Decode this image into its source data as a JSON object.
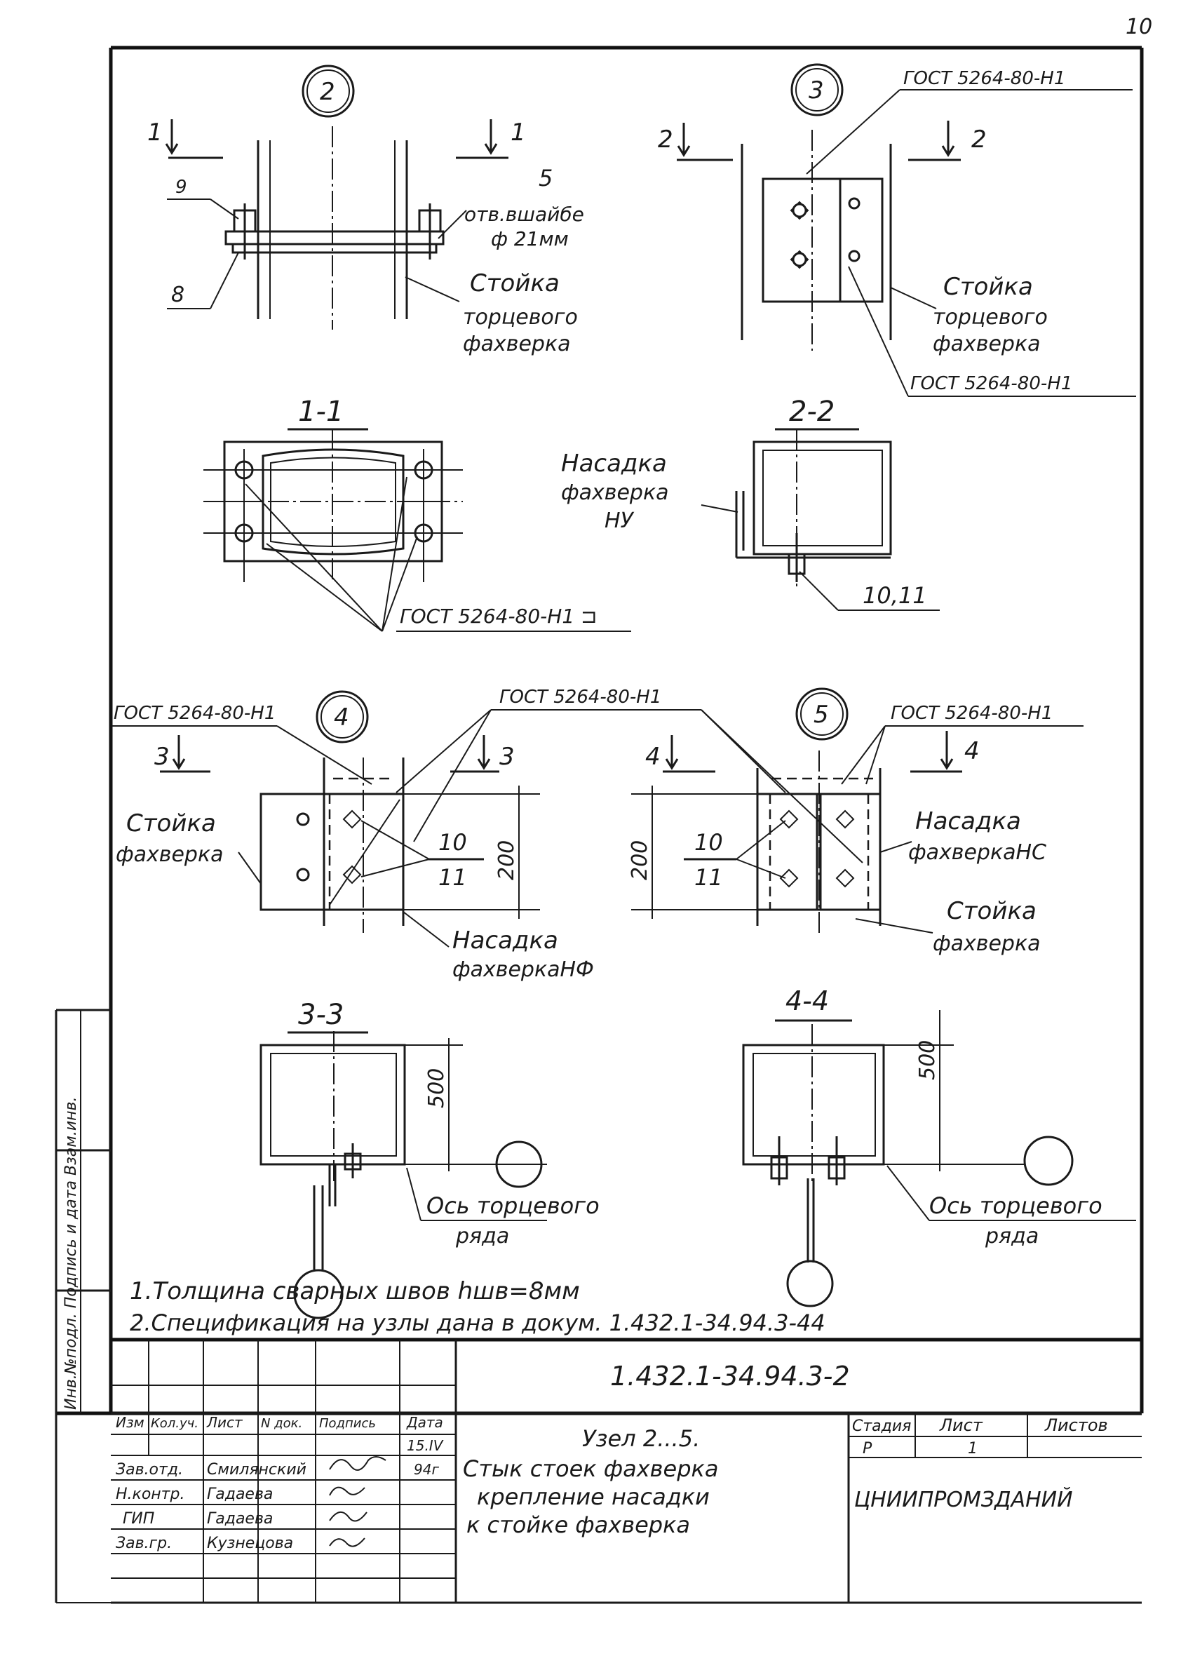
{
  "page_number": "10",
  "detail2": {
    "id": "2",
    "cut_left": "1",
    "cut_right": "1",
    "pos_9": "9",
    "pos_8": "8",
    "pos_5": "5",
    "note_hole_1": "отв.вшайбе",
    "note_hole_2": "ф 21мм",
    "label_1": "Стойка",
    "label_2": "торцевого",
    "label_3": "фахверка"
  },
  "detail3": {
    "id": "3",
    "cut_left": "2",
    "cut_right": "2",
    "gost_top": "ГОСТ 5264-80-Н1",
    "gost_bottom": "ГОСТ 5264-80-Н1",
    "label_1": "Стойка",
    "label_2": "торцевого",
    "label_3": "фахверка"
  },
  "section11": {
    "title": "1-1",
    "gost": "ГОСТ 5264-80-Н1 ⊐"
  },
  "section22": {
    "title": "2-2",
    "label_1": "Насадка",
    "label_2": "фахверка",
    "label_3": "НУ",
    "pos": "10,11"
  },
  "detail4": {
    "id": "4",
    "cut_left": "3",
    "cut_right": "3",
    "gost_left": "ГОСТ 5264-80-Н1",
    "gost_center": "ГОСТ 5264-80-Н1",
    "label_left_1": "Стойка",
    "label_left_2": "фахверка",
    "pos_num": "10",
    "pos_den": "11",
    "dim": "200",
    "label_bottom_1": "Насадка",
    "label_bottom_2": "фахверкаНФ"
  },
  "detail5": {
    "id": "5",
    "cut_left": "4",
    "cut_right": "4",
    "gost_right": "ГОСТ 5264-80-Н1",
    "dim": "200",
    "pos_num": "10",
    "pos_den": "11",
    "label_right_1": "Насадка",
    "label_right_2": "фахверкаНС",
    "label_bottom_1": "Стойка",
    "label_bottom_2": "фахверка"
  },
  "section33": {
    "title": "3-3",
    "dim": "500",
    "axis_1": "Ось торцевого",
    "axis_2": "ряда"
  },
  "section44": {
    "title": "4-4",
    "dim": "500",
    "axis_1": "Ось торцевого",
    "axis_2": "ряда"
  },
  "notes": [
    "1.Толщина сварных швов hшв=8мм",
    "2.Спецификация на узлы дана в докум. 1.432.1-34.94.3-44"
  ],
  "side_stamp": "Инв.№подл. Подпись и дата Взам.инв.",
  "title_block": {
    "doc_code": "1.432.1-34.94.3-2",
    "headers": [
      "Изм",
      "Кол.уч.",
      "Лист",
      "N док.",
      "Подпись",
      "Дата"
    ],
    "date_1": "15.IV",
    "date_2": "94г",
    "rows": [
      {
        "role": "Зав.отд.",
        "name": "Смилянский"
      },
      {
        "role": "Н.контр.",
        "name": "Гадаева"
      },
      {
        "role": "ГИП",
        "name": "Гадаева"
      },
      {
        "role": "Зав.гр.",
        "name": "Кузнецова"
      }
    ],
    "title_1": "Узел 2...5.",
    "title_2": "Стык стоек фахверка",
    "title_3": "крепление насадки",
    "title_4": "к стойке фахверка",
    "stage_label": "Стадия",
    "sheet_label": "Лист",
    "sheets_label": "Листов",
    "stage": "Р",
    "sheet": "1",
    "org": "ЦНИИПРОМЗДАНИЙ"
  }
}
